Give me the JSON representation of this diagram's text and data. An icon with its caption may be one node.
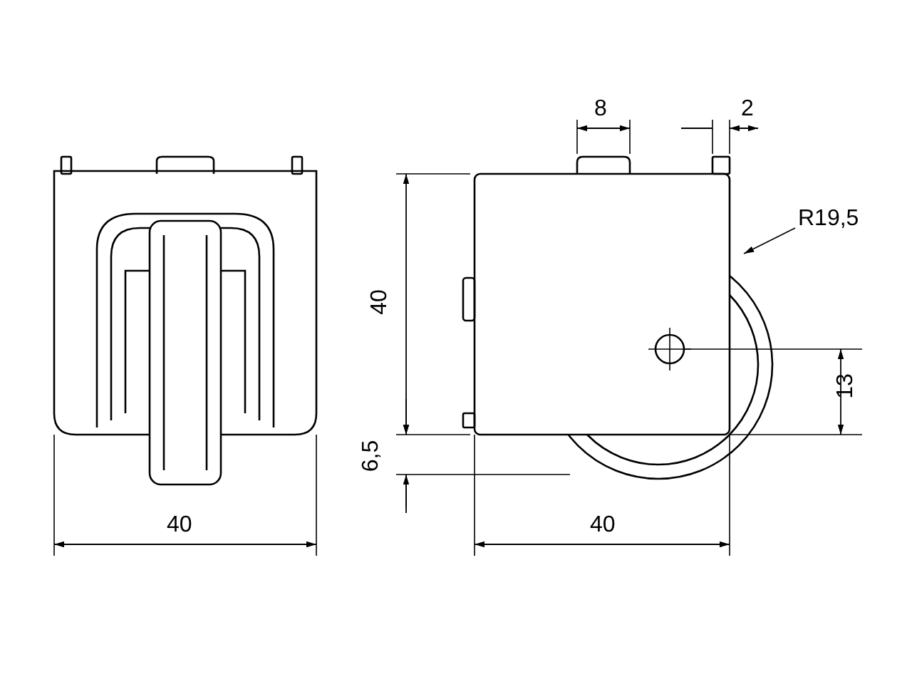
{
  "diagram": {
    "labels": [
      "8",
      "2",
      "R19,5",
      "40",
      "13",
      "6,5",
      "40",
      "40"
    ]
  }
}
